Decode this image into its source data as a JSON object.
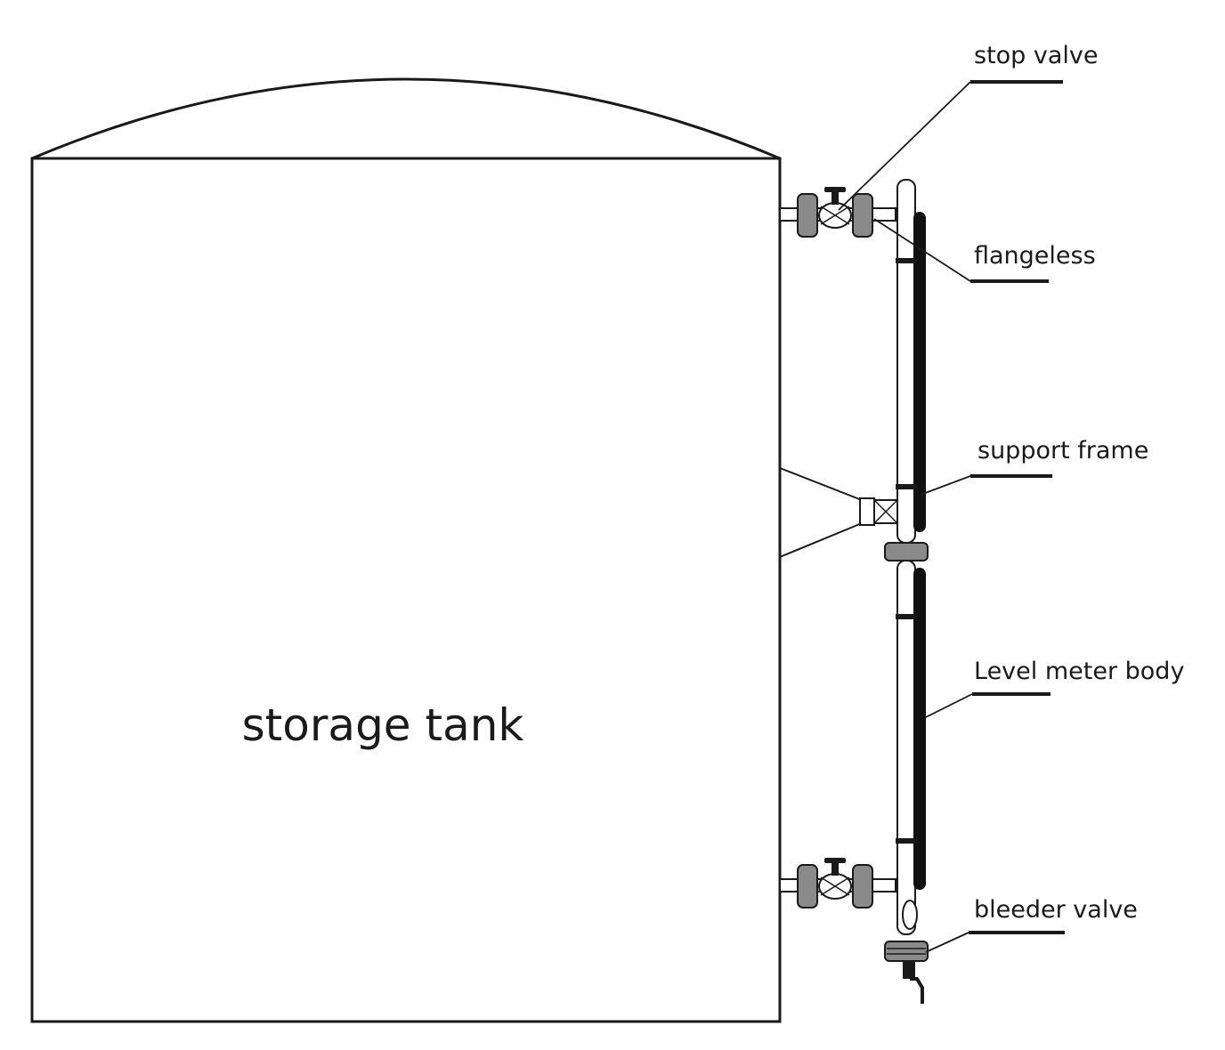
{
  "diagram": {
    "tank_label": "storage tank",
    "callouts": {
      "stop_valve": "stop valve",
      "flangeless": "flangeless",
      "support_frame": "support frame",
      "level_meter_body": "Level meter body",
      "bleeder_valve": "bleeder valve"
    }
  },
  "colors": {
    "line": "#1a1a1a",
    "valve_fill": "#8a8a8a",
    "indicator": "#111111",
    "background": "#ffffff"
  }
}
